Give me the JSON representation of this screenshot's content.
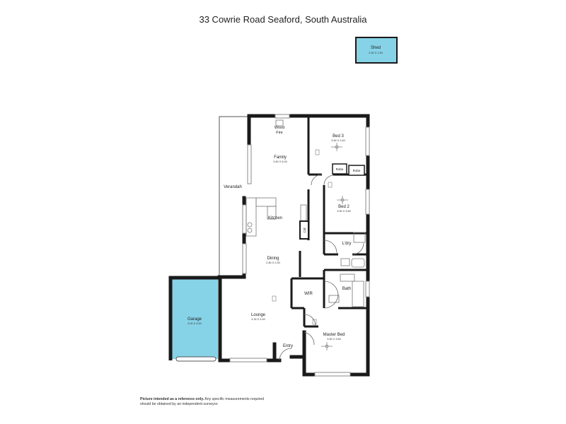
{
  "title": "33 Cowrie Road Seaford, South Australia",
  "rooms": {
    "shed": {
      "name": "Shed",
      "dims": "2.50 X 1.50"
    },
    "wood_fire": {
      "line1": "Wood",
      "line2": "Fire"
    },
    "family": {
      "name": "Family",
      "dims": "3.50 X 5.00"
    },
    "bed3": {
      "name": "Bed 3",
      "dims": "3.60 X 3.40"
    },
    "robe1": {
      "name": "Robe"
    },
    "robe2": {
      "name": "Robe"
    },
    "verandah": {
      "name": "Verandah"
    },
    "bed2": {
      "name": "Bed 2",
      "dims": "3.50 X 3.60"
    },
    "kitchen": {
      "name": "Kitchen"
    },
    "pantry": {
      "name": "Ctd"
    },
    "laundry": {
      "name": "L'dry"
    },
    "dining": {
      "name": "Dining",
      "dims": "2.80 X 2.30"
    },
    "wir": {
      "name": "WIR"
    },
    "bath": {
      "name": "Bath"
    },
    "garage": {
      "name": "Garage",
      "dims": "3.00 X 4.50"
    },
    "lounge": {
      "name": "Lounge",
      "dims": "4.30 X 4.40"
    },
    "entry": {
      "name": "Entry"
    },
    "master_bed": {
      "name": "Master Bed",
      "dims": "3.50 X 3.60"
    }
  },
  "disclaimer": {
    "bold": "Picture intended as a reference only.",
    "rest": " Any specific measurements required should be obtained by an independent surveyor."
  },
  "colors": {
    "wall": "#1a1a1a",
    "garage_fill": "#86d3e8",
    "shed_fill": "#86d3e8"
  }
}
